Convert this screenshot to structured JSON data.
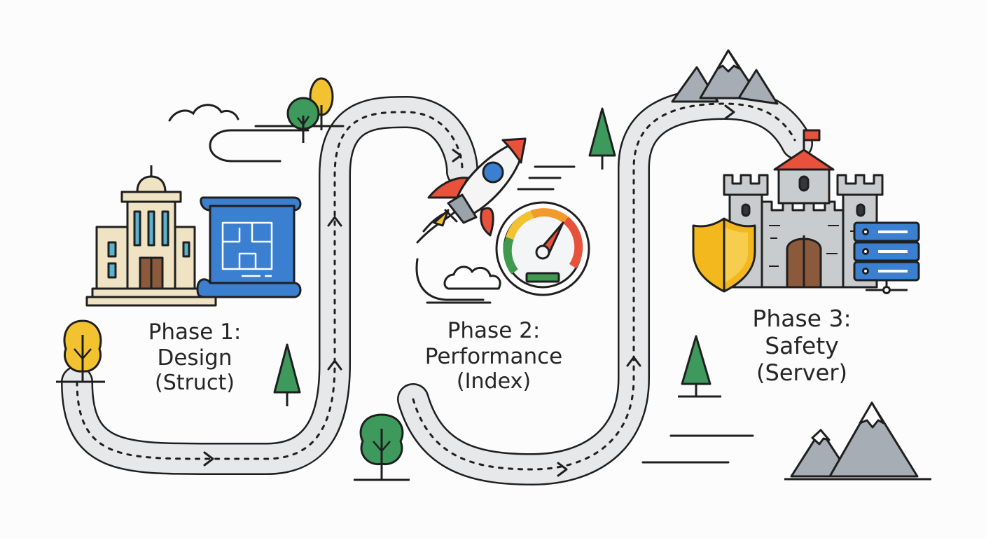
{
  "phases": [
    {
      "label": "Phase 1:",
      "name": "Design",
      "subtitle": "(Struct)"
    },
    {
      "label": "Phase 2:",
      "name": "Performance",
      "subtitle": "(Index)"
    },
    {
      "label": "Phase 3:",
      "name": "Safety",
      "subtitle": "(Server)"
    }
  ],
  "icons": {
    "phase1": [
      "building-icon",
      "blueprint-icon"
    ],
    "phase2": [
      "rocket-icon",
      "speedometer-icon"
    ],
    "phase3": [
      "castle-icon",
      "shield-icon",
      "server-icon"
    ],
    "scenery": [
      "tree-icon",
      "mountain-icon",
      "cloud-icon",
      "flag-icon"
    ]
  },
  "colors": {
    "road": "#e6e8ea",
    "outline": "#1f1f1f",
    "tree_green": "#3e9a5c",
    "tree_yellow": "#f2c230",
    "blueprint_blue": "#3a7fd0",
    "rocket_red": "#e8513a",
    "gauge_green": "#3f9a4f",
    "shield_yellow": "#f4b81f",
    "castle_gray": "#c9cccf",
    "building_beige": "#efe3c4",
    "mountain_gray": "#a6adb4"
  }
}
